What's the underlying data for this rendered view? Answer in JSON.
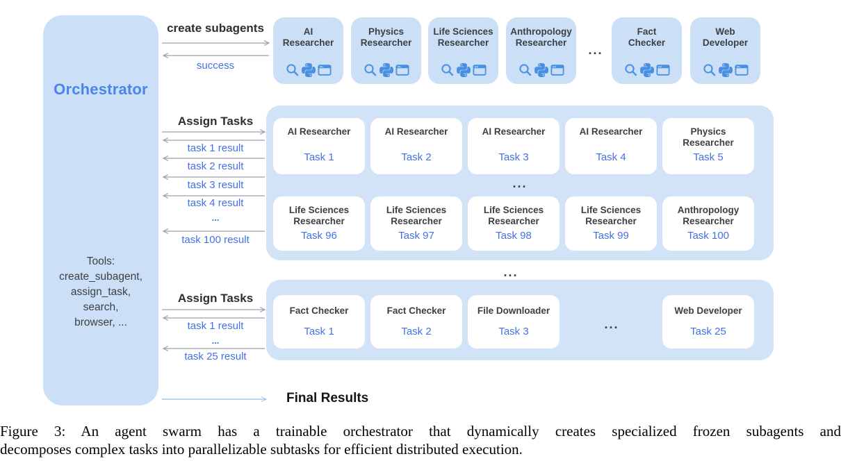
{
  "ellipsis": "...",
  "orchestrator": {
    "title": "Orchestrator",
    "tools": [
      "Tools:",
      "create_subagent,",
      "assign_task,",
      "search,",
      "browser, ..."
    ]
  },
  "flow_create": {
    "label": "create subagents",
    "ack": "success"
  },
  "flow_assign_1": {
    "label": "Assign Tasks",
    "results": [
      "task 1 result",
      "task 2 result",
      "task 3 result",
      "task 4 result",
      "...",
      "task 100 result"
    ]
  },
  "flow_assign_2": {
    "label": "Assign Tasks",
    "results": [
      "task 1 result",
      "...",
      "task 25 result"
    ]
  },
  "flow_final": {
    "label": "Final Results"
  },
  "subagents": [
    {
      "name_line1": "AI",
      "name_line2": "Researcher"
    },
    {
      "name_line1": "Physics",
      "name_line2": "Researcher"
    },
    {
      "name_line1": "Life Sciences",
      "name_line2": "Researcher"
    },
    {
      "name_line1": "Anthropology",
      "name_line2": "Researcher"
    },
    {
      "name_line1": "Fact",
      "name_line2": "Checker"
    },
    {
      "name_line1": "Web",
      "name_line2": "Developer"
    }
  ],
  "subagent_icons": [
    "search-icon",
    "python-icon",
    "browser-icon"
  ],
  "pool_1": {
    "row_1": [
      {
        "title": "AI Researcher",
        "task": "Task 1"
      },
      {
        "title": "AI Researcher",
        "task": "Task 2"
      },
      {
        "title": "AI Researcher",
        "task": "Task 3"
      },
      {
        "title": "AI Researcher",
        "task": "Task 4"
      },
      {
        "title": "Physics Researcher",
        "task": "Task 5"
      }
    ],
    "row_2": [
      {
        "title": "Life Sciences Researcher",
        "task": "Task 96"
      },
      {
        "title": "Life Sciences Researcher",
        "task": "Task 97"
      },
      {
        "title": "Life Sciences Researcher",
        "task": "Task 98"
      },
      {
        "title": "Life Sciences Researcher",
        "task": "Task 99"
      },
      {
        "title": "Anthropology Researcher",
        "task": "Task 100"
      }
    ]
  },
  "pool_2": {
    "cards": [
      {
        "title": "Fact Checker",
        "task": "Task 1"
      },
      {
        "title": "Fact Checker",
        "task": "Task 2"
      },
      {
        "title": "File Downloader",
        "task": "Task 3"
      },
      {
        "title": "Web Developer",
        "task": "Task 25"
      }
    ]
  },
  "caption": {
    "line1": "Figure 3: An agent swarm has a trainable orchestrator that dynamically creates specialized frozen subagents and",
    "line2": "decomposes complex tasks into parallelizable subtasks for efficient distributed execution."
  },
  "colors": {
    "panel_blue": "#cbdff6",
    "pool_blue": "#d2e3f8",
    "orchestrator_text_blue": "#4a86e8",
    "task_text_blue": "#4470e4",
    "icon_blue": "#4a90e2",
    "arrow_gray": "#9aa0a6",
    "final_arrow_blue": "#a9c4ef",
    "text_dark": "#3c4043"
  }
}
